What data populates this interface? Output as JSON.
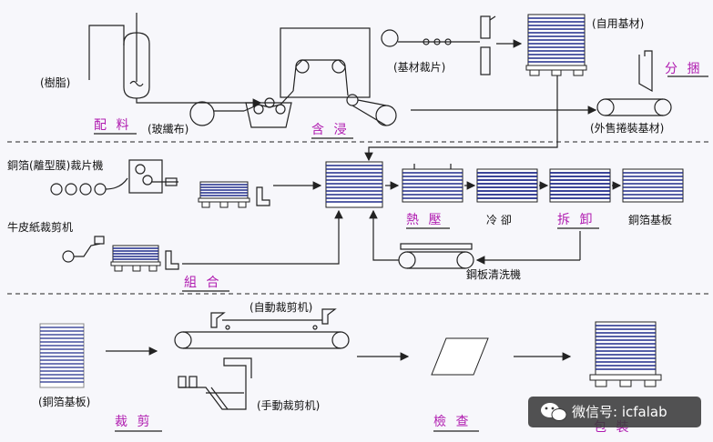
{
  "labels": {
    "resin": "(樹脂)",
    "glass_cloth": "(玻纖布)",
    "prepreg_cut": "(基材裁片)",
    "own_use": "(自用基材)",
    "outsold": "(外售捲裝基材)",
    "copper_cutter": "銅箔(離型膜)裁片機",
    "kraft_cutter": "牛皮紙裁剪机",
    "plate_wash": "鋼板清洗機",
    "cooling": "冷 卻",
    "ccl": "銅箔基板",
    "ccl_paren": "(銅箔基板)",
    "auto_cut": "(自動裁剪机)",
    "manual_cut": "(手動裁剪机)"
  },
  "stages": {
    "mixing": "配 料",
    "impregnation": "含 浸",
    "slitting": "分 捆",
    "press": "熱 壓",
    "disassembly": "拆 卸",
    "layup": "組 合",
    "trimming": "裁 剪",
    "inspection": "檢 查",
    "packing": "包 裝"
  },
  "watermark": {
    "text": "微信号: icfalab",
    "icon": "wechat-icon"
  },
  "colors": {
    "stage_label": "#b01cb0",
    "line": "#222222"
  }
}
